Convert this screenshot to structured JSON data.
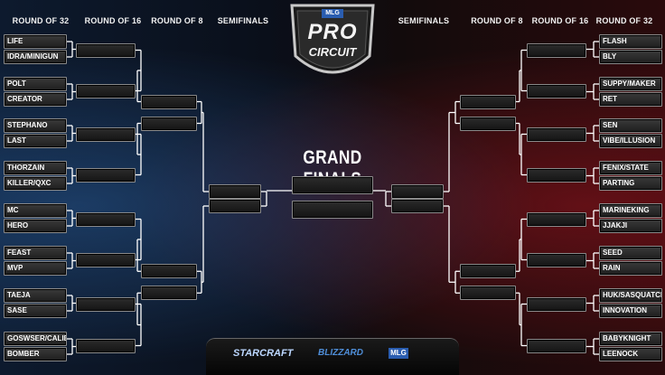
{
  "headers": {
    "left": [
      "ROUND OF 32",
      "ROUND OF 16",
      "ROUND OF 8",
      "SEMIFINALS"
    ],
    "right": [
      "SEMIFINALS",
      "ROUND OF 8",
      "ROUND OF 16",
      "ROUND OF 32"
    ]
  },
  "logo": {
    "badge": "MLG",
    "line1": "PRO",
    "line2": "CIRCUIT"
  },
  "grand_finals_label": "GRAND FINALS",
  "left_r32": [
    "LIFE",
    "IDRA/MINIGUN",
    "POLT",
    "CREATOR",
    "STEPHANO",
    "LAST",
    "THORZAIN",
    "KILLER/QXC",
    "MC",
    "HERO",
    "FEAST",
    "MVP",
    "TAEJA",
    "SASE",
    "GOSWSER/CALIBER",
    "BOMBER"
  ],
  "right_r32": [
    "FLASH",
    "BLY",
    "SUPPY/MAKER",
    "RET",
    "SEN",
    "VIBE/ILLUSION",
    "FENIX/STATE",
    "PARTING",
    "MARINEKING",
    "JJAKJI",
    "SEED",
    "RAIN",
    "HUK/SASQUATCH",
    "INNOVATION",
    "BABYKNIGHT",
    "LEENOCK"
  ],
  "sponsors": {
    "starcraft": "STARCRAFT",
    "blizzard": "BLIZZARD",
    "mlg": "MLG"
  }
}
